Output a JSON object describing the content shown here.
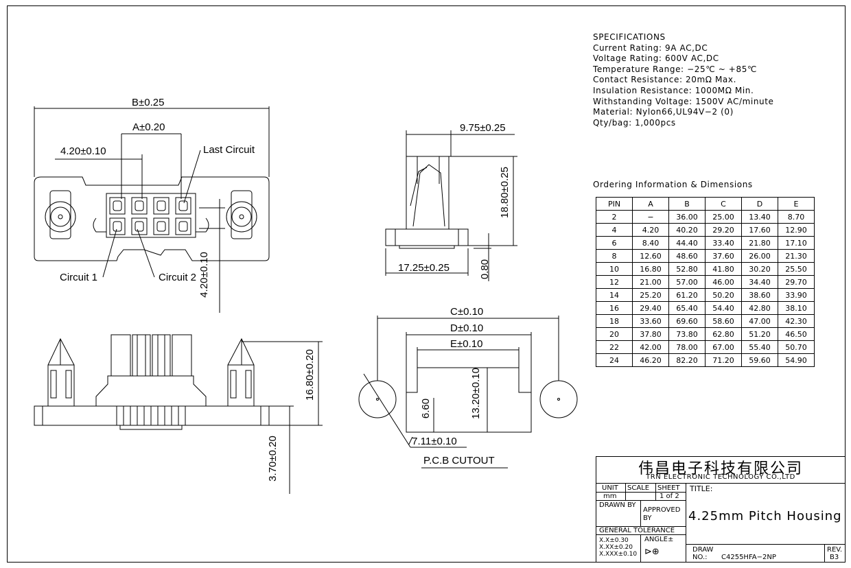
{
  "dimensions": {
    "b": "B±0.25",
    "a": "A±0.20",
    "pitch": "4.20±0.10",
    "last_circuit": "Last Circuit",
    "circuit1": "Circuit 1",
    "circuit2": "Circuit 2",
    "row_pitch": "4.20±0.10",
    "side_width": "9.75±0.25",
    "side_height": "18.80±0.25",
    "side_base": "17.25±0.25",
    "side_thick": "0.80",
    "front_height": "16.80±0.20",
    "front_peg": "3.70±0.20",
    "c": "C±0.10",
    "d": "D±0.10",
    "e": "E±0.10",
    "cut_h1": "13.20±0.10",
    "cut_h2": "6.60",
    "hole": "7.11±0.10",
    "pcb_cutout": "P.C.B CUTOUT"
  },
  "specifications": {
    "heading": "SPECIFICATIONS",
    "lines": [
      "Current Rating: 9A AC,DC",
      "Voltage Rating: 600V AC,DC",
      "Temperature Range: −25℃ ~ +85℃",
      "Contact Resistance: 20mΩ Max.",
      "Insulation Resistance: 1000MΩ Min.",
      "Withstanding Voltage: 1500V AC/minute",
      "Material: Nylon66,UL94V−2 (0)",
      "Qty/bag: 1,000pcs"
    ]
  },
  "ordering": {
    "title": "Ordering Information & Dimensions",
    "headers": [
      "PIN",
      "A",
      "B",
      "C",
      "D",
      "E"
    ],
    "rows": [
      [
        "2",
        "−",
        "36.00",
        "25.00",
        "13.40",
        "8.70"
      ],
      [
        "4",
        "4.20",
        "40.20",
        "29.20",
        "17.60",
        "12.90"
      ],
      [
        "6",
        "8.40",
        "44.40",
        "33.40",
        "21.80",
        "17.10"
      ],
      [
        "8",
        "12.60",
        "48.60",
        "37.60",
        "26.00",
        "21.30"
      ],
      [
        "10",
        "16.80",
        "52.80",
        "41.80",
        "30.20",
        "25.50"
      ],
      [
        "12",
        "21.00",
        "57.00",
        "46.00",
        "34.40",
        "29.70"
      ],
      [
        "14",
        "25.20",
        "61.20",
        "50.20",
        "38.60",
        "33.90"
      ],
      [
        "16",
        "29.40",
        "65.40",
        "54.40",
        "42.80",
        "38.10"
      ],
      [
        "18",
        "33.60",
        "69.60",
        "58.60",
        "47.00",
        "42.30"
      ],
      [
        "20",
        "37.80",
        "73.80",
        "62.80",
        "51.20",
        "46.50"
      ],
      [
        "22",
        "42.00",
        "78.00",
        "67.00",
        "55.40",
        "50.70"
      ],
      [
        "24",
        "46.20",
        "82.20",
        "71.20",
        "59.60",
        "54.90"
      ]
    ]
  },
  "title_block": {
    "company_cn": "伟昌电子科技有限公司",
    "company_en": "TRN ELECTRONIC TECHNOLOGY CO.,LTD",
    "unit_label": "UNIT",
    "unit": "mm",
    "scale_label": "SCALE",
    "sheet_label": "SHEET",
    "sheet": "1 of 2",
    "title_label": "TITLE:",
    "title": "4.25mm Pitch Housing",
    "drawn_by": "DRAWN BY",
    "approved_by": "APPROVED BY",
    "general_tol": "GENERAL TOLERANCE",
    "tol1": "X.X±0.30",
    "tol2": "X.XX±0.20",
    "tol3": "X.XXX±0.10",
    "angle": "ANGLE±",
    "draw_no_label": "DRAW NO.:",
    "draw_no": "C4255HFA−2NP",
    "rev_label": "REV.",
    "rev": "B3"
  }
}
